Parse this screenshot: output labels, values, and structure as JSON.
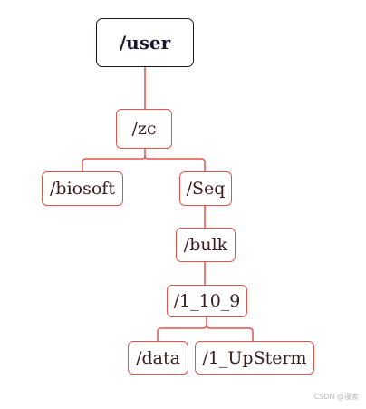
{
  "diagram": {
    "nodes": {
      "user": "/user",
      "zc": "/zc",
      "biosoft": "/biosoft",
      "seq": "/Seq",
      "bulk": "/bulk",
      "ver": "/1_10_9",
      "data": "/data",
      "upsterm": "/1_UpSterm"
    },
    "colors": {
      "edge": "#e8514a",
      "node_border": "#e8514a",
      "root_border": "#1a1630",
      "background": "#ffffff"
    }
  },
  "watermark": "CSDN @漫索"
}
